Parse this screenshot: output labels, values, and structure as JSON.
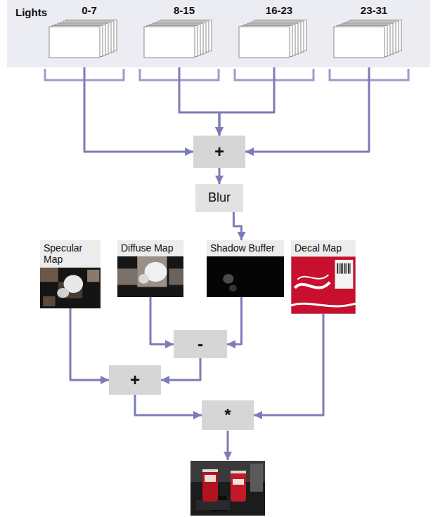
{
  "diagram": {
    "nodes": [
      {
        "text": [
          "Lights"
        ]
      },
      {
        "text": [
          "0-7"
        ],
        "in": 0
      },
      {
        "text": [
          "8-15"
        ],
        "in": 0
      },
      {
        "text": [
          "16-23"
        ],
        "in": 0
      },
      {
        "text": [
          "23-31"
        ],
        "in": 0
      },
      {
        "text": [
          "+"
        ]
      },
      {
        "text": [
          "Blur"
        ]
      },
      {
        "text": [
          "Specular Map"
        ]
      },
      {
        "text": [
          "Diffuse Map"
        ]
      },
      {
        "text": [
          "Shadow Buffer"
        ]
      },
      {
        "text": [
          "Decal Map"
        ]
      },
      {
        "text": [
          "-"
        ]
      },
      {
        "text": [
          "+"
        ]
      },
      {
        "text": [
          "*"
        ]
      }
    ],
    "edges": [
      {
        "from": 1,
        "to": 5,
        "arrow": "to"
      },
      {
        "from": 2,
        "to": 5,
        "arrow": "to"
      },
      {
        "from": 3,
        "to": 5,
        "arrow": "to"
      },
      {
        "from": 4,
        "to": 5,
        "arrow": "to"
      },
      {
        "from": 5,
        "to": 6,
        "arrow": "to"
      },
      {
        "from": 6,
        "to": 9,
        "arrow": "to"
      },
      {
        "from": 7,
        "to": 12,
        "arrow": "to"
      },
      {
        "from": 8,
        "to": 11,
        "arrow": "to"
      },
      {
        "from": 9,
        "to": 11,
        "arrow": "to"
      },
      {
        "from": 12,
        "to": 13,
        "arrow": "to"
      },
      {
        "from": 10,
        "to": 13,
        "arrow": "to"
      },
      {
        "from": 11,
        "to": 12,
        "arrow": "to"
      }
    ]
  }
}
